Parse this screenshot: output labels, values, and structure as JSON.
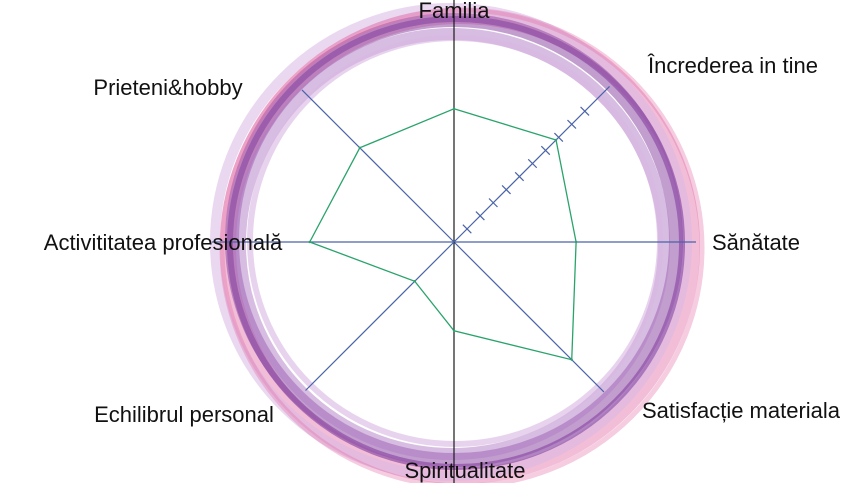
{
  "chart_data": {
    "type": "radar",
    "axes": [
      "Familia",
      "Încrederea in tine",
      "Sănătate",
      "Satisfacție materiala",
      "Spiritualitate",
      "Echilibrul personal",
      "Activititatea profesională",
      "Prieteni&hobby"
    ],
    "values": [
      6.0,
      6.5,
      5.5,
      7.5,
      4.0,
      2.5,
      6.5,
      6.0
    ],
    "range": [
      0,
      10
    ],
    "tick_count": 10,
    "series_color": "#2aa36b",
    "axis_color": "#4a63a8",
    "ring_colors": [
      "#8f4fa6",
      "#b07cc4",
      "#e36ea6",
      "#d8b6e3"
    ]
  }
}
